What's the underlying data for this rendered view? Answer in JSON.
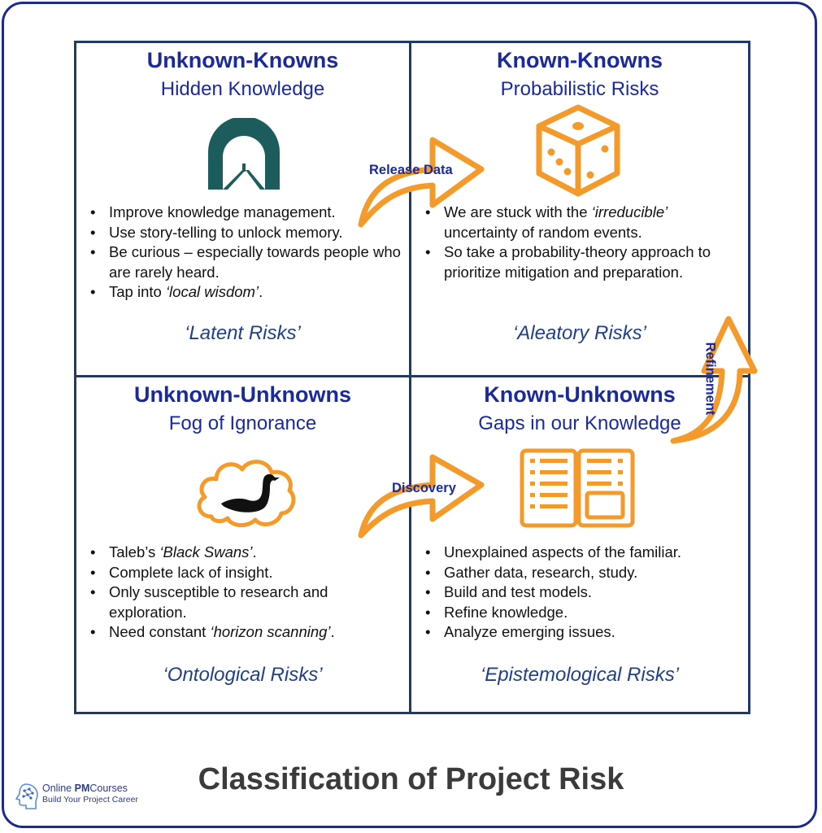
{
  "quadrants": {
    "top_left": {
      "title": "Unknown-Knowns",
      "subtitle": "Hidden Knowledge",
      "icon": "tunnel-icon",
      "bullets": [
        {
          "pre": "Improve knowledge management.",
          "italic": "",
          "post": ""
        },
        {
          "pre": "Use story-telling to unlock memory.",
          "italic": "",
          "post": ""
        },
        {
          "pre": "Be curious – especially towards people who are rarely heard.",
          "italic": "",
          "post": ""
        },
        {
          "pre": "Tap into ",
          "italic": "‘local wisdom’",
          "post": "."
        }
      ],
      "risk": "‘Latent Risks’"
    },
    "top_right": {
      "title": "Known-Knowns",
      "subtitle": "Probabilistic Risks",
      "icon": "dice-icon",
      "bullets": [
        {
          "pre": "We are stuck with the ",
          "italic": "‘irreducible’",
          "post": " uncertainty of random events."
        },
        {
          "pre": "So take a probability-theory approach to prioritize mitigation and preparation.",
          "italic": "",
          "post": ""
        }
      ],
      "risk": "‘Aleatory Risks’"
    },
    "bottom_left": {
      "title": "Unknown-Unknowns",
      "subtitle": "Fog of Ignorance",
      "icon": "black-swan-cloud-icon",
      "bullets": [
        {
          "pre": "Taleb’s ",
          "italic": "‘Black Swans’",
          "post": "."
        },
        {
          "pre": "Complete lack of insight.",
          "italic": "",
          "post": ""
        },
        {
          "pre": "Only susceptible to research and exploration.",
          "italic": "",
          "post": ""
        },
        {
          "pre": "Need constant ",
          "italic": "‘horizon scanning’",
          "post": "."
        }
      ],
      "risk": "‘Ontological Risks’"
    },
    "bottom_right": {
      "title": "Known-Unknowns",
      "subtitle": "Gaps in our Knowledge",
      "icon": "open-book-icon",
      "bullets": [
        {
          "pre": "Unexplained aspects of the familiar.",
          "italic": "",
          "post": ""
        },
        {
          "pre": "Gather data, research, study.",
          "italic": "",
          "post": ""
        },
        {
          "pre": "Build and test models.",
          "italic": "",
          "post": ""
        },
        {
          "pre": "Refine knowledge.",
          "italic": "",
          "post": ""
        },
        {
          "pre": "Analyze emerging issues.",
          "italic": "",
          "post": ""
        }
      ],
      "risk": "‘Epistemological Risks’"
    }
  },
  "arrows": {
    "release": "Release Data",
    "discovery": "Discovery",
    "refinement": "Refinement"
  },
  "main_title": "Classification of Project Risk",
  "logo": {
    "name_prefix": "Online ",
    "name_bold": "PM",
    "name_suffix": "Courses",
    "tagline": "Build Your Project Career"
  },
  "colors": {
    "title_blue": "#1b2a9a",
    "grid_line": "#1f3a68",
    "arrow_orange": "#f39a2b",
    "tunnel_teal": "#1d5c5c",
    "risk_blue": "#1f3f8a",
    "frame_blue": "#1c2a8c"
  }
}
